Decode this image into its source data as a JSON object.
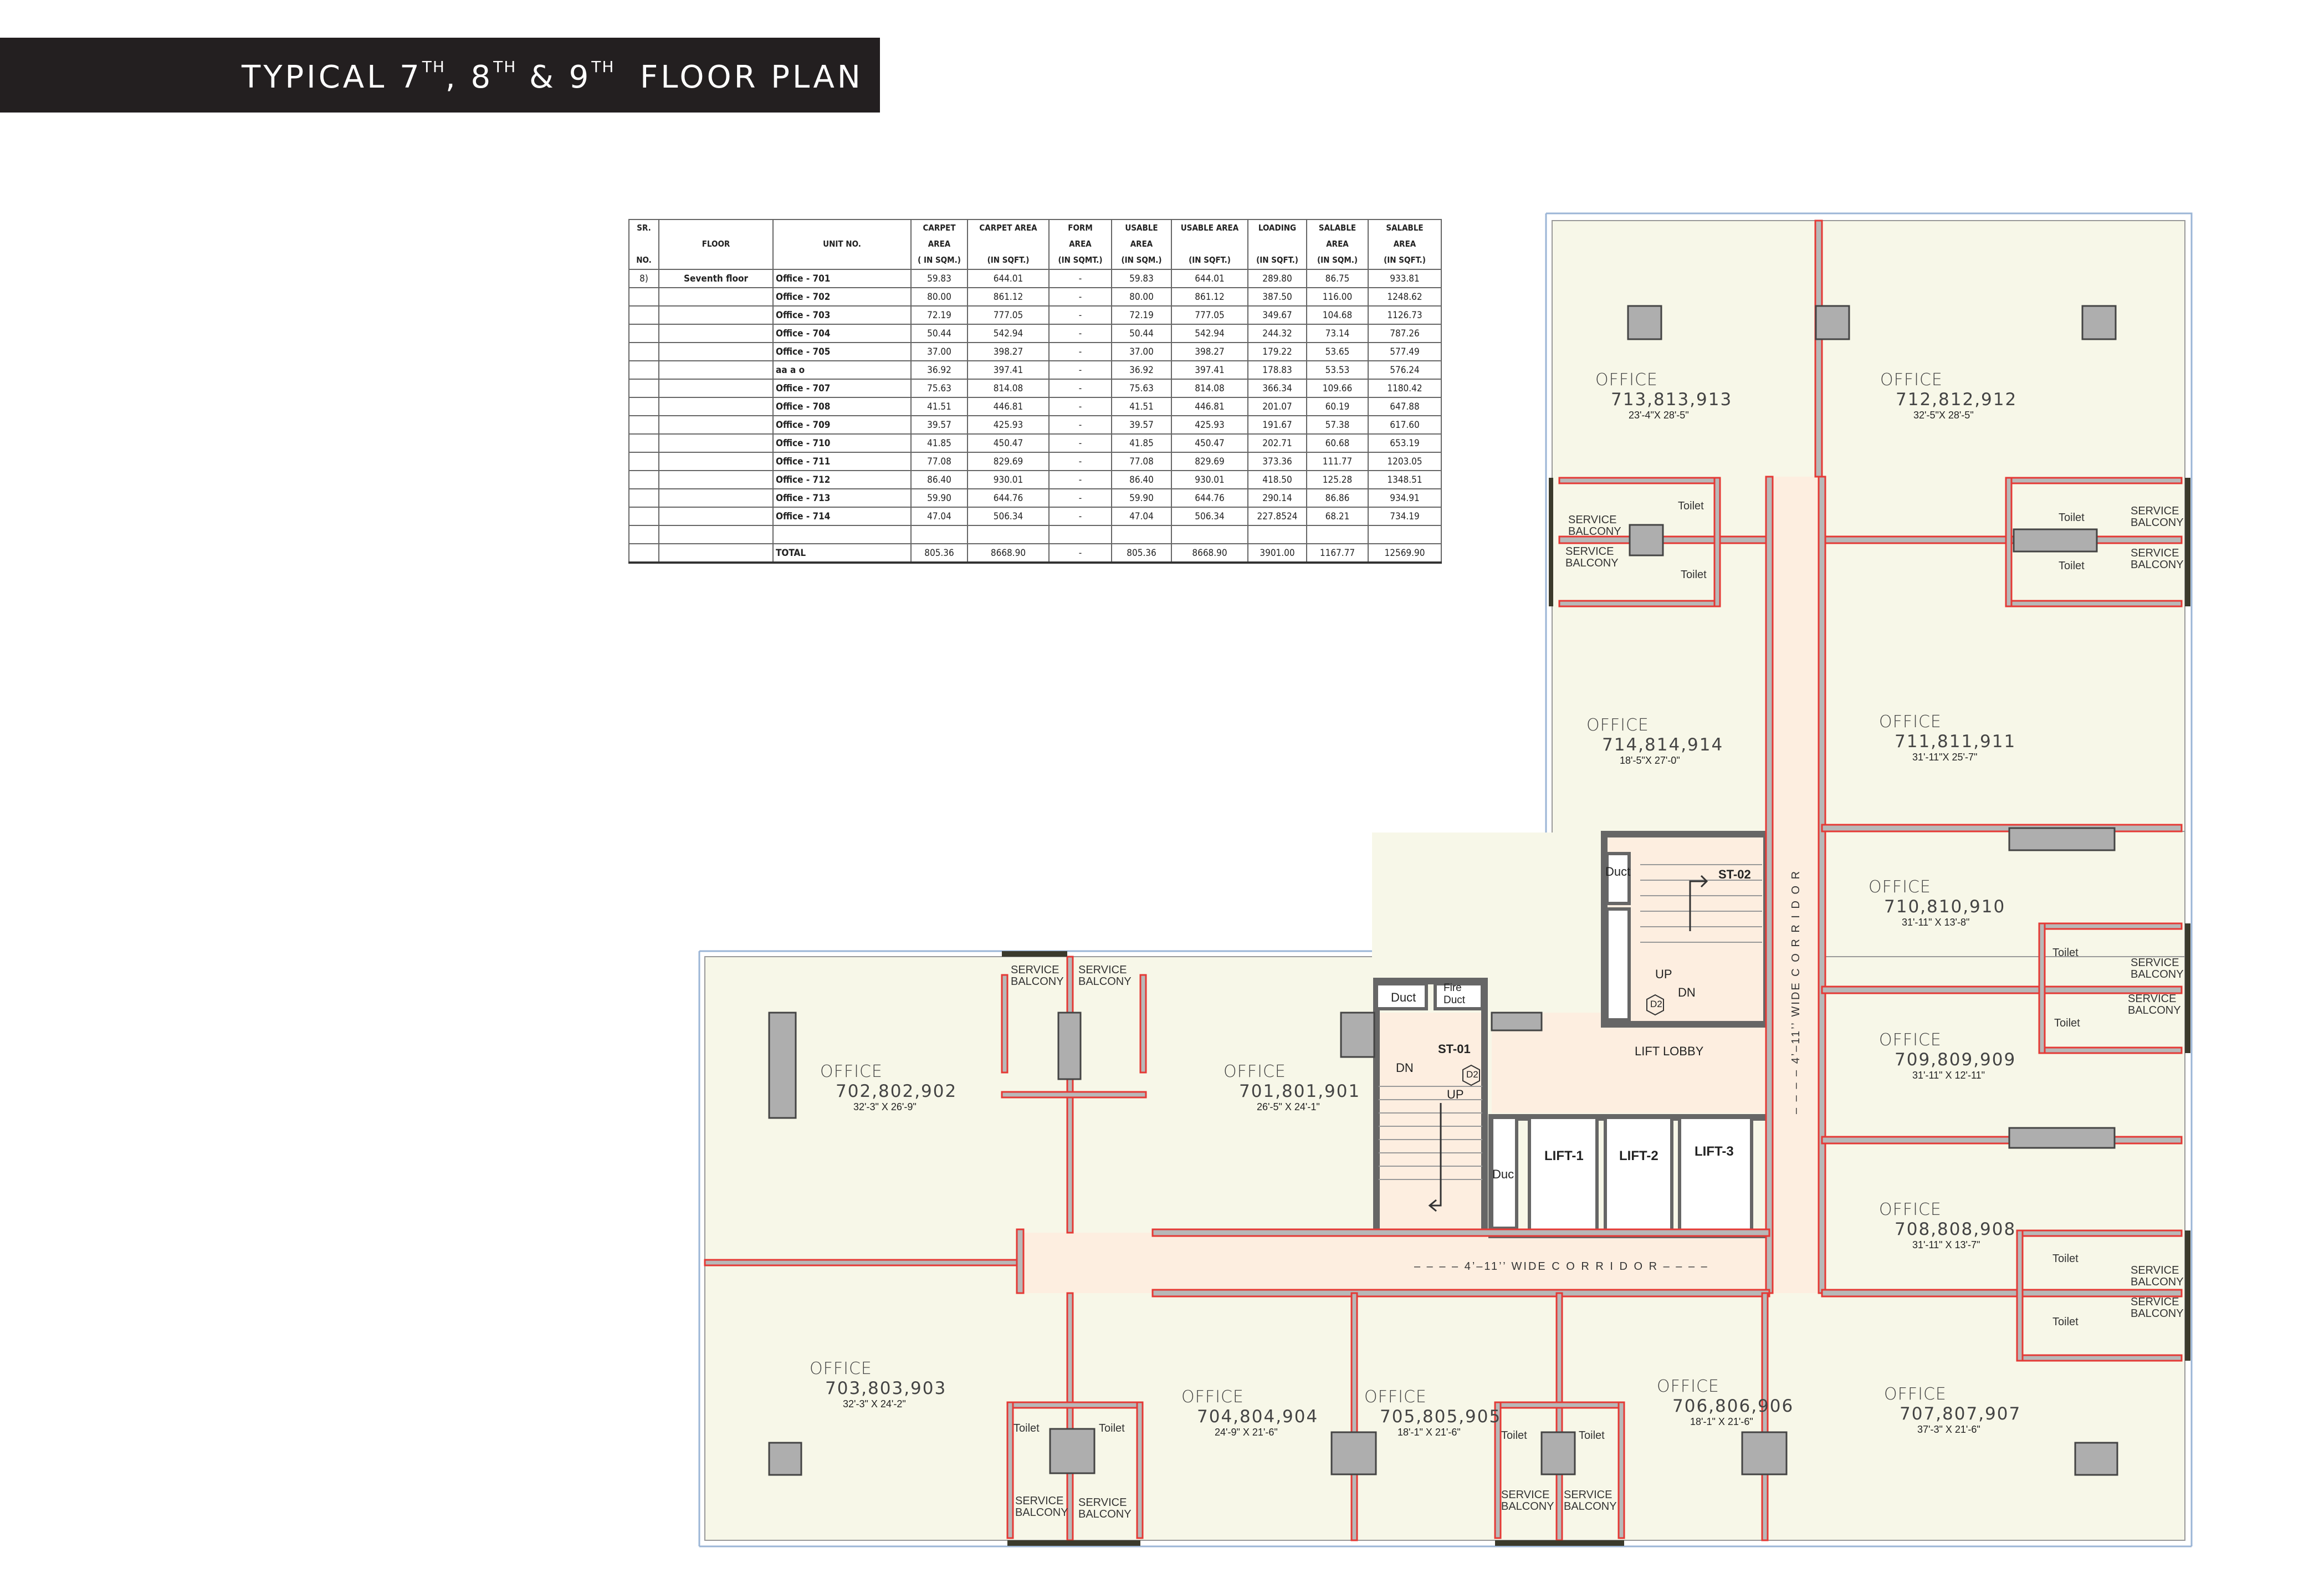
{
  "title": {
    "prefix": "TYPICAL 7",
    "sup1": "TH",
    "mid1": ", 8",
    "sup2": "TH",
    "mid2": " & 9",
    "sup3": "TH",
    "suffix": "  FLOOR PLAN"
  },
  "table": {
    "headers": [
      [
        "SR.",
        "",
        "NO."
      ],
      [
        "",
        "FLOOR",
        ""
      ],
      [
        "",
        "UNIT NO.",
        ""
      ],
      [
        "CARPET",
        "AREA",
        "( IN SQM.)"
      ],
      [
        "CARPET AREA",
        "",
        "(IN SQFT.)"
      ],
      [
        "FORM",
        "AREA",
        "(IN SQMT.)"
      ],
      [
        "USABLE",
        "AREA",
        "(IN SQM.)"
      ],
      [
        "USABLE AREA",
        "",
        "(IN SQFT.)"
      ],
      [
        "LOADING",
        "",
        "(IN SQFT.)"
      ],
      [
        "SALABLE",
        "AREA",
        "(IN SQM.)"
      ],
      [
        "SALABLE",
        "AREA",
        "(IN SQFT.)"
      ]
    ],
    "rows": [
      [
        "8)",
        "Seventh floor",
        "Office - 701",
        "59.83",
        "644.01",
        "-",
        "59.83",
        "644.01",
        "289.80",
        "86.75",
        "933.81"
      ],
      [
        "",
        "",
        "Office - 702",
        "80.00",
        "861.12",
        "-",
        "80.00",
        "861.12",
        "387.50",
        "116.00",
        "1248.62"
      ],
      [
        "",
        "",
        "Office - 703",
        "72.19",
        "777.05",
        "-",
        "72.19",
        "777.05",
        "349.67",
        "104.68",
        "1126.73"
      ],
      [
        "",
        "",
        "Office - 704",
        "50.44",
        "542.94",
        "-",
        "50.44",
        "542.94",
        "244.32",
        "73.14",
        "787.26"
      ],
      [
        "",
        "",
        "Office - 705",
        "37.00",
        "398.27",
        "-",
        "37.00",
        "398.27",
        "179.22",
        "53.65",
        "577.49"
      ],
      [
        "",
        "",
        "aa a o",
        "36.92",
        "397.41",
        "-",
        "36.92",
        "397.41",
        "178.83",
        "53.53",
        "576.24"
      ],
      [
        "",
        "",
        "Office - 707",
        "75.63",
        "814.08",
        "-",
        "75.63",
        "814.08",
        "366.34",
        "109.66",
        "1180.42"
      ],
      [
        "",
        "",
        "Office - 708",
        "41.51",
        "446.81",
        "-",
        "41.51",
        "446.81",
        "201.07",
        "60.19",
        "647.88"
      ],
      [
        "",
        "",
        "Office - 709",
        "39.57",
        "425.93",
        "-",
        "39.57",
        "425.93",
        "191.67",
        "57.38",
        "617.60"
      ],
      [
        "",
        "",
        "Office - 710",
        "41.85",
        "450.47",
        "-",
        "41.85",
        "450.47",
        "202.71",
        "60.68",
        "653.19"
      ],
      [
        "",
        "",
        "Office - 711",
        "77.08",
        "829.69",
        "-",
        "77.08",
        "829.69",
        "373.36",
        "111.77",
        "1203.05"
      ],
      [
        "",
        "",
        "Office - 712",
        "86.40",
        "930.01",
        "-",
        "86.40",
        "930.01",
        "418.50",
        "125.28",
        "1348.51"
      ],
      [
        "",
        "",
        "Office - 713",
        "59.90",
        "644.76",
        "-",
        "59.90",
        "644.76",
        "290.14",
        "86.86",
        "934.91"
      ],
      [
        "",
        "",
        "Office - 714",
        "47.04",
        "506.34",
        "-",
        "47.04",
        "506.34",
        "227.8524",
        "68.21",
        "734.19"
      ],
      [
        "",
        "",
        "",
        "",
        "",
        "",
        "",
        "",
        "",
        "",
        ""
      ],
      [
        "",
        "",
        "TOTAL",
        "805.36",
        "8668.90",
        "-",
        "805.36",
        "8668.90",
        "3901.00",
        "1167.77",
        "12569.90"
      ]
    ]
  },
  "offices": [
    {
      "id": "713",
      "label": "OFFICE",
      "units": "713,813,913",
      "dims": "23'-4\"X  28'-5\""
    },
    {
      "id": "712",
      "label": "OFFICE",
      "units": "712,812,912",
      "dims": "32'-5\"X  28'-5\""
    },
    {
      "id": "714",
      "label": "OFFICE",
      "units": "714,814,914",
      "dims": "18'-5\"X  27'-0\""
    },
    {
      "id": "711",
      "label": "OFFICE",
      "units": "711,811,911",
      "dims": "31'-11\"X  25'-7\""
    },
    {
      "id": "710",
      "label": "OFFICE",
      "units": "710,810,910",
      "dims": "31'-11\" X  13'-8\""
    },
    {
      "id": "709",
      "label": "OFFICE",
      "units": "709,809,909",
      "dims": "31'-11\" X  12'-11\""
    },
    {
      "id": "708",
      "label": "OFFICE",
      "units": "708,808,908",
      "dims": "31'-11\" X  13'-7\""
    },
    {
      "id": "707",
      "label": "OFFICE",
      "units": "707,807,907",
      "dims": "37'-3\" X  21'-6\""
    },
    {
      "id": "706",
      "label": "OFFICE",
      "units": "706,806,906",
      "dims": "18'-1\" X  21'-6\""
    },
    {
      "id": "705",
      "label": "OFFICE",
      "units": "705,805,905",
      "dims": "18'-1\" X  21'-6\""
    },
    {
      "id": "704",
      "label": "OFFICE",
      "units": "704,804,904",
      "dims": "24'-9\" X  21'-6\""
    },
    {
      "id": "703",
      "label": "OFFICE",
      "units": "703,803,903",
      "dims": "32'-3\" X  24'-2\""
    },
    {
      "id": "702",
      "label": "OFFICE",
      "units": "702,802,902",
      "dims": "32'-3\" X  26'-9\""
    },
    {
      "id": "701",
      "label": "OFFICE",
      "units": "701,801,901",
      "dims": "26'-5\" X  24'-1\""
    }
  ],
  "fixtures": {
    "service_1": "SERVICE",
    "service_2": "BALCONY",
    "toilet": "Toilet"
  },
  "core": {
    "duct": "Duct",
    "fire_1": "Fire",
    "fire_2": "Duct",
    "duct_short": "Duc",
    "st01": "ST-01",
    "st02": "ST-02",
    "up": "UP",
    "dn": "DN",
    "d2": "D2",
    "lift_lobby": "LIFT  LOBBY",
    "lift1": "LIFT-1",
    "lift2": "LIFT-2",
    "lift3": "LIFT-3",
    "corridor_h": "– – – –  4’–11’’  WIDE  C O R R I D O R – – – –",
    "corridor_v": "– – – –  4’–11’’  WIDE  C O R R I D O R"
  },
  "colors": {
    "floor": "#f7f7e8",
    "corridor": "#fdeee0",
    "wall": "#e53935",
    "column": "#aeaeae"
  }
}
